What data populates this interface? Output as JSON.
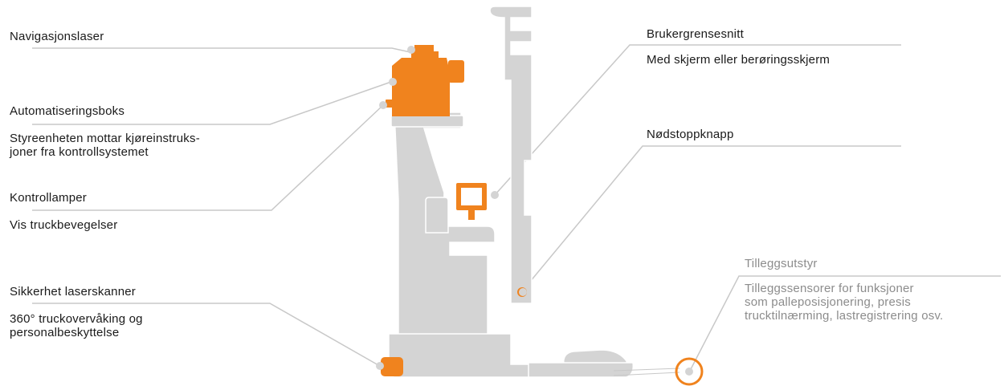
{
  "colors": {
    "truck": "#d4d4d4",
    "truck_outline": "#ffffff",
    "accent": "#f0831e",
    "leader_line": "#c8c8c8",
    "text": "#1a1a1a",
    "muted_text": "#8c8c8c"
  },
  "callouts": {
    "nav_laser": {
      "title": "Navigasjonslaser"
    },
    "automation_box": {
      "title": "Automatiseringsboks",
      "desc": "Styreenheten mottar kjøreinstruks-\njoner fra kontrollsystemet"
    },
    "control_lamps": {
      "title": "Kontrollamper",
      "desc": "Vis truckbevegelser"
    },
    "safety_scanner": {
      "title": "Sikkerhet laserskanner",
      "desc": "360° truckovervåking og\npersonalbeskyttelse"
    },
    "user_interface": {
      "title": "Brukergrensesnitt",
      "desc": "Med skjerm eller berøringsskjerm"
    },
    "emergency_stop": {
      "title": "Nødstoppknapp"
    },
    "optional_equipment": {
      "title": "Tilleggsutstyr",
      "desc": "Tilleggssensorer for funksjoner\nsom palleposisjonering, presis\ntrucktilnærming, lastregistrering osv."
    }
  }
}
